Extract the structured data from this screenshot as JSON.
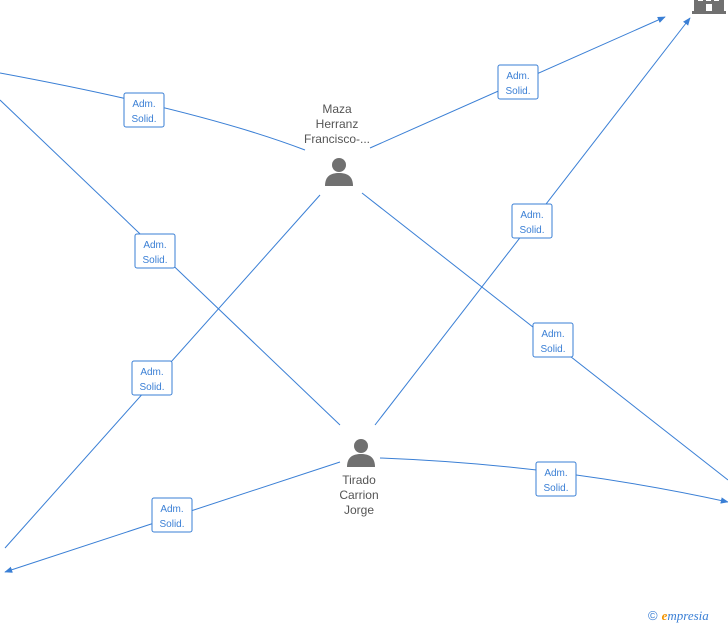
{
  "nodes": {
    "maza": {
      "label_lines": [
        "Maza",
        "Herranz",
        "Francisco-..."
      ]
    },
    "tirado": {
      "label_lines": [
        "Tirado",
        "Carrion",
        "Jorge"
      ]
    }
  },
  "edges": [
    {
      "id": "e1",
      "label": [
        "Adm.",
        "Solid."
      ]
    },
    {
      "id": "e2",
      "label": [
        "Adm.",
        "Solid."
      ]
    },
    {
      "id": "e3",
      "label": [
        "Adm.",
        "Solid."
      ]
    },
    {
      "id": "e4",
      "label": [
        "Adm.",
        "Solid."
      ]
    },
    {
      "id": "e5",
      "label": [
        "Adm.",
        "Solid."
      ]
    },
    {
      "id": "e6",
      "label": [
        "Adm.",
        "Solid."
      ]
    },
    {
      "id": "e7",
      "label": [
        "Adm.",
        "Solid."
      ]
    },
    {
      "id": "e8",
      "label": [
        "Adm.",
        "Solid."
      ]
    }
  ],
  "brand": {
    "copyright": "©",
    "initial": "e",
    "rest": "mpresia"
  },
  "colors": {
    "edge": "#3a7fd5",
    "node_icon": "#707070",
    "node_text": "#555555",
    "brand_accent": "#f29400"
  }
}
